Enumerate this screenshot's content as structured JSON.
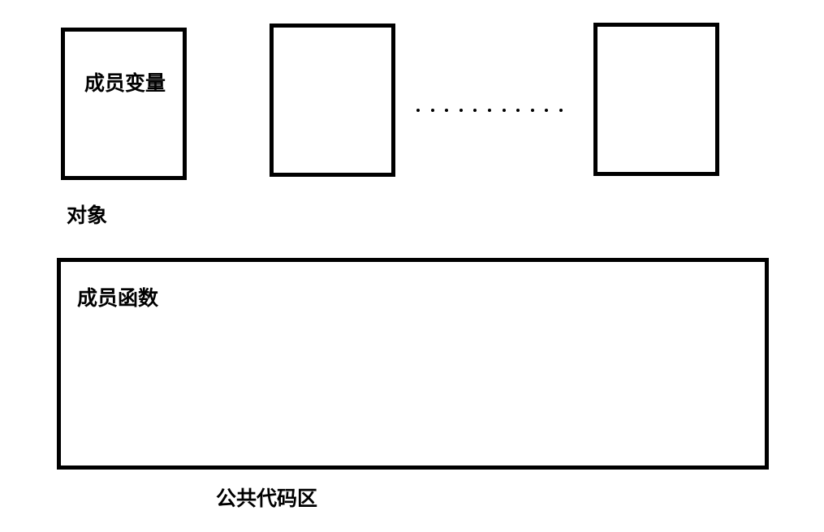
{
  "objects": {
    "member_variable_label": "成员变量",
    "caption": "对象",
    "ellipsis": "..........."
  },
  "code_area": {
    "member_function_label": "成员函数",
    "caption": "公共代码区"
  }
}
